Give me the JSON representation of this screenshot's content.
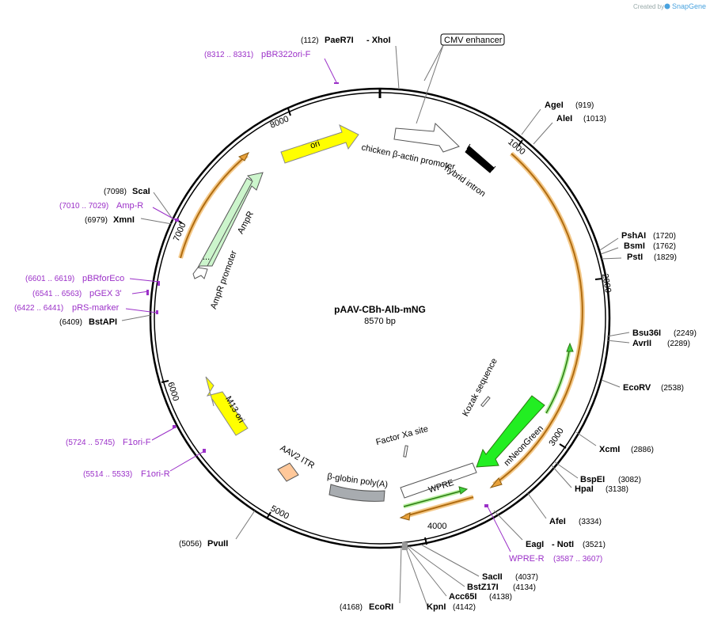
{
  "credit": {
    "prefix": "Created by",
    "brand": "SnapGene"
  },
  "plasmid": {
    "name": "pAAV-CBh-Alb-mNG",
    "size": "8570 bp"
  },
  "ticks": [
    "1000",
    "2000",
    "3000",
    "4000",
    "5000",
    "6000",
    "7000",
    "8000"
  ],
  "enzymes": [
    {
      "name": "PaeR7I",
      "pos": "(112)"
    },
    {
      "name": "- XhoI",
      "pos": ""
    },
    {
      "name": "AgeI",
      "pos": "(919)"
    },
    {
      "name": "AleI",
      "pos": "(1013)"
    },
    {
      "name": "PshAI",
      "pos": "(1720)"
    },
    {
      "name": "BsmI",
      "pos": "(1762)"
    },
    {
      "name": "PstI",
      "pos": "(1829)"
    },
    {
      "name": "Bsu36I",
      "pos": "(2249)"
    },
    {
      "name": "AvrII",
      "pos": "(2289)"
    },
    {
      "name": "EcoRV",
      "pos": "(2538)"
    },
    {
      "name": "XcmI",
      "pos": "(2886)"
    },
    {
      "name": "BspEI",
      "pos": "(3082)"
    },
    {
      "name": "HpaI",
      "pos": "(3138)"
    },
    {
      "name": "AfeI",
      "pos": "(3334)"
    },
    {
      "name": "EagI",
      "pos": "(3521)"
    },
    {
      "name": "- NotI",
      "pos": ""
    },
    {
      "name": "SacII",
      "pos": "(4037)"
    },
    {
      "name": "BstZ17I",
      "pos": "(4134)"
    },
    {
      "name": "Acc65I",
      "pos": "(4138)"
    },
    {
      "name": "KpnI",
      "pos": "(4142)"
    },
    {
      "name": "EcoRI",
      "pos": "(4168)"
    },
    {
      "name": "PvuII",
      "pos": "(5056)"
    },
    {
      "name": "BstAPI",
      "pos": "(6409)"
    },
    {
      "name": "XmnI",
      "pos": "(6979)"
    },
    {
      "name": "ScaI",
      "pos": "(7098)"
    }
  ],
  "primers": [
    {
      "name": "pBR322ori-F",
      "range": "(8312 .. 8331)"
    },
    {
      "name": "Amp-R",
      "range": "(7010 .. 7029)"
    },
    {
      "name": "pBRforEco",
      "range": "(6601 .. 6619)"
    },
    {
      "name": "pGEX 3'",
      "range": "(6541 .. 6563)"
    },
    {
      "name": "pRS-marker",
      "range": "(6422 .. 6441)"
    },
    {
      "name": "F1ori-F",
      "range": "(5724 .. 5745)"
    },
    {
      "name": "F1ori-R",
      "range": "(5514 .. 5533)"
    },
    {
      "name": "WPRE-R",
      "range": "(3587 .. 3607)"
    }
  ],
  "features": {
    "cmv": "CMV enhancer",
    "chicken": "chicken β-actin promoter",
    "hybrid": "hybrid intron",
    "kozak": "Kozak sequence",
    "factorxa": "Factor Xa site",
    "mneon": "mNeonGreen",
    "wpre": "WPRE",
    "globin": "β-globin poly(A)",
    "itr": "AAV2 ITR",
    "m13": "M13 ori",
    "ori": "ori",
    "ampr": "AmpR",
    "amprprom": "AmpR promoter"
  },
  "colors": {
    "ori": "#ffff00",
    "ampr": "#ccf5cc",
    "mneon": "#22ee22",
    "globin": "#a8acb0",
    "itr": "#ffc89a",
    "orange": "#e8a13a",
    "primer": "#9b30c8",
    "credit": "#4aa3df"
  }
}
